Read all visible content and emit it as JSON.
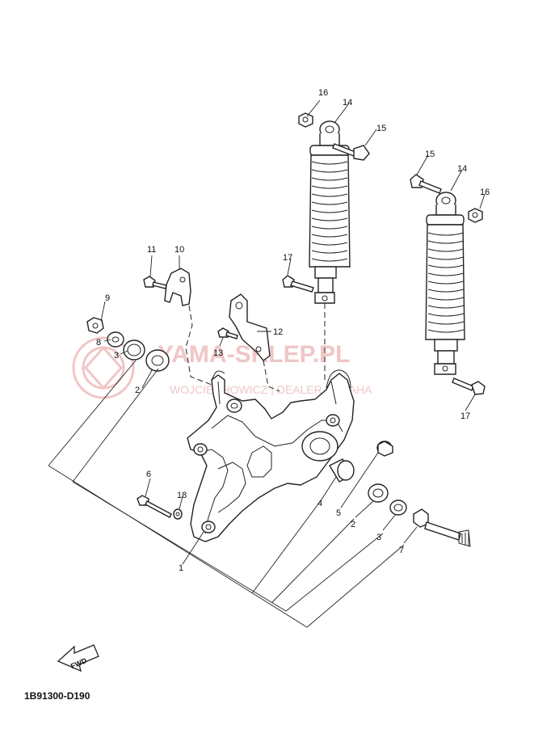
{
  "diagram_code": "1B91300-D190",
  "fwd_label": "FWD",
  "watermark": {
    "title": "YAMA-SKLEP.PL",
    "subtitle": "WOJCIECHOWICZ | DEALER YAMAHA"
  },
  "callouts": {
    "c1": "1",
    "c2a": "2",
    "c2b": "2",
    "c3a": "3",
    "c3b": "3",
    "c4": "4",
    "c5": "5",
    "c6": "6",
    "c7": "7",
    "c8": "8",
    "c9": "9",
    "c10": "10",
    "c11": "11",
    "c12": "12",
    "c13": "13",
    "c14a": "14",
    "c14b": "14",
    "c15a": "15",
    "c15b": "15",
    "c16a": "16",
    "c16b": "16",
    "c17a": "17",
    "c17b": "17",
    "c18": "18"
  },
  "colors": {
    "line": "#222222",
    "watermark": "#f0c6c6"
  }
}
